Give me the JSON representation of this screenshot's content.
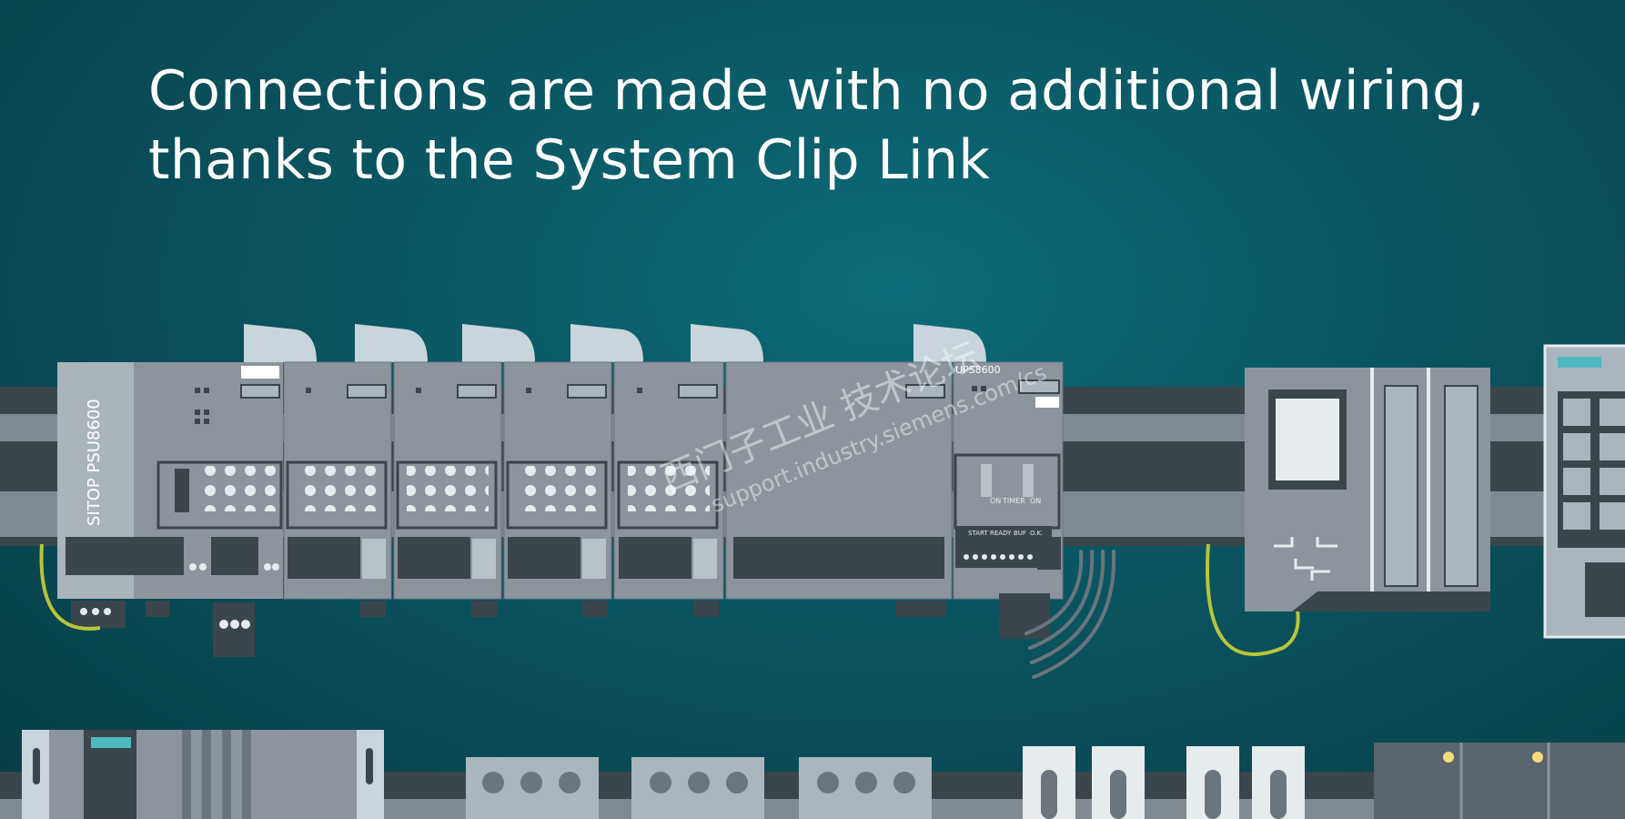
{
  "headline": {
    "line1": "Connections are made with no additional wiring,",
    "line2": "thanks to the System Clip Link"
  },
  "devices": {
    "psu_label": "SITOP PSU8600",
    "ups_label": "UPS8600",
    "ups_indicators": [
      "START",
      "READY",
      "BUF",
      "O.K."
    ],
    "timer_labels": [
      "ON",
      "TIMER",
      "ON"
    ]
  },
  "watermark": {
    "line1": "西门子工业 技术论坛",
    "line2": "support.industry.siemens.com/cs"
  },
  "colors": {
    "background": "#0a5460",
    "module_body": "#8c959d",
    "rail": "#3b454c",
    "ground_wire": "#b8c43a",
    "accent": "#4fb7bf"
  }
}
